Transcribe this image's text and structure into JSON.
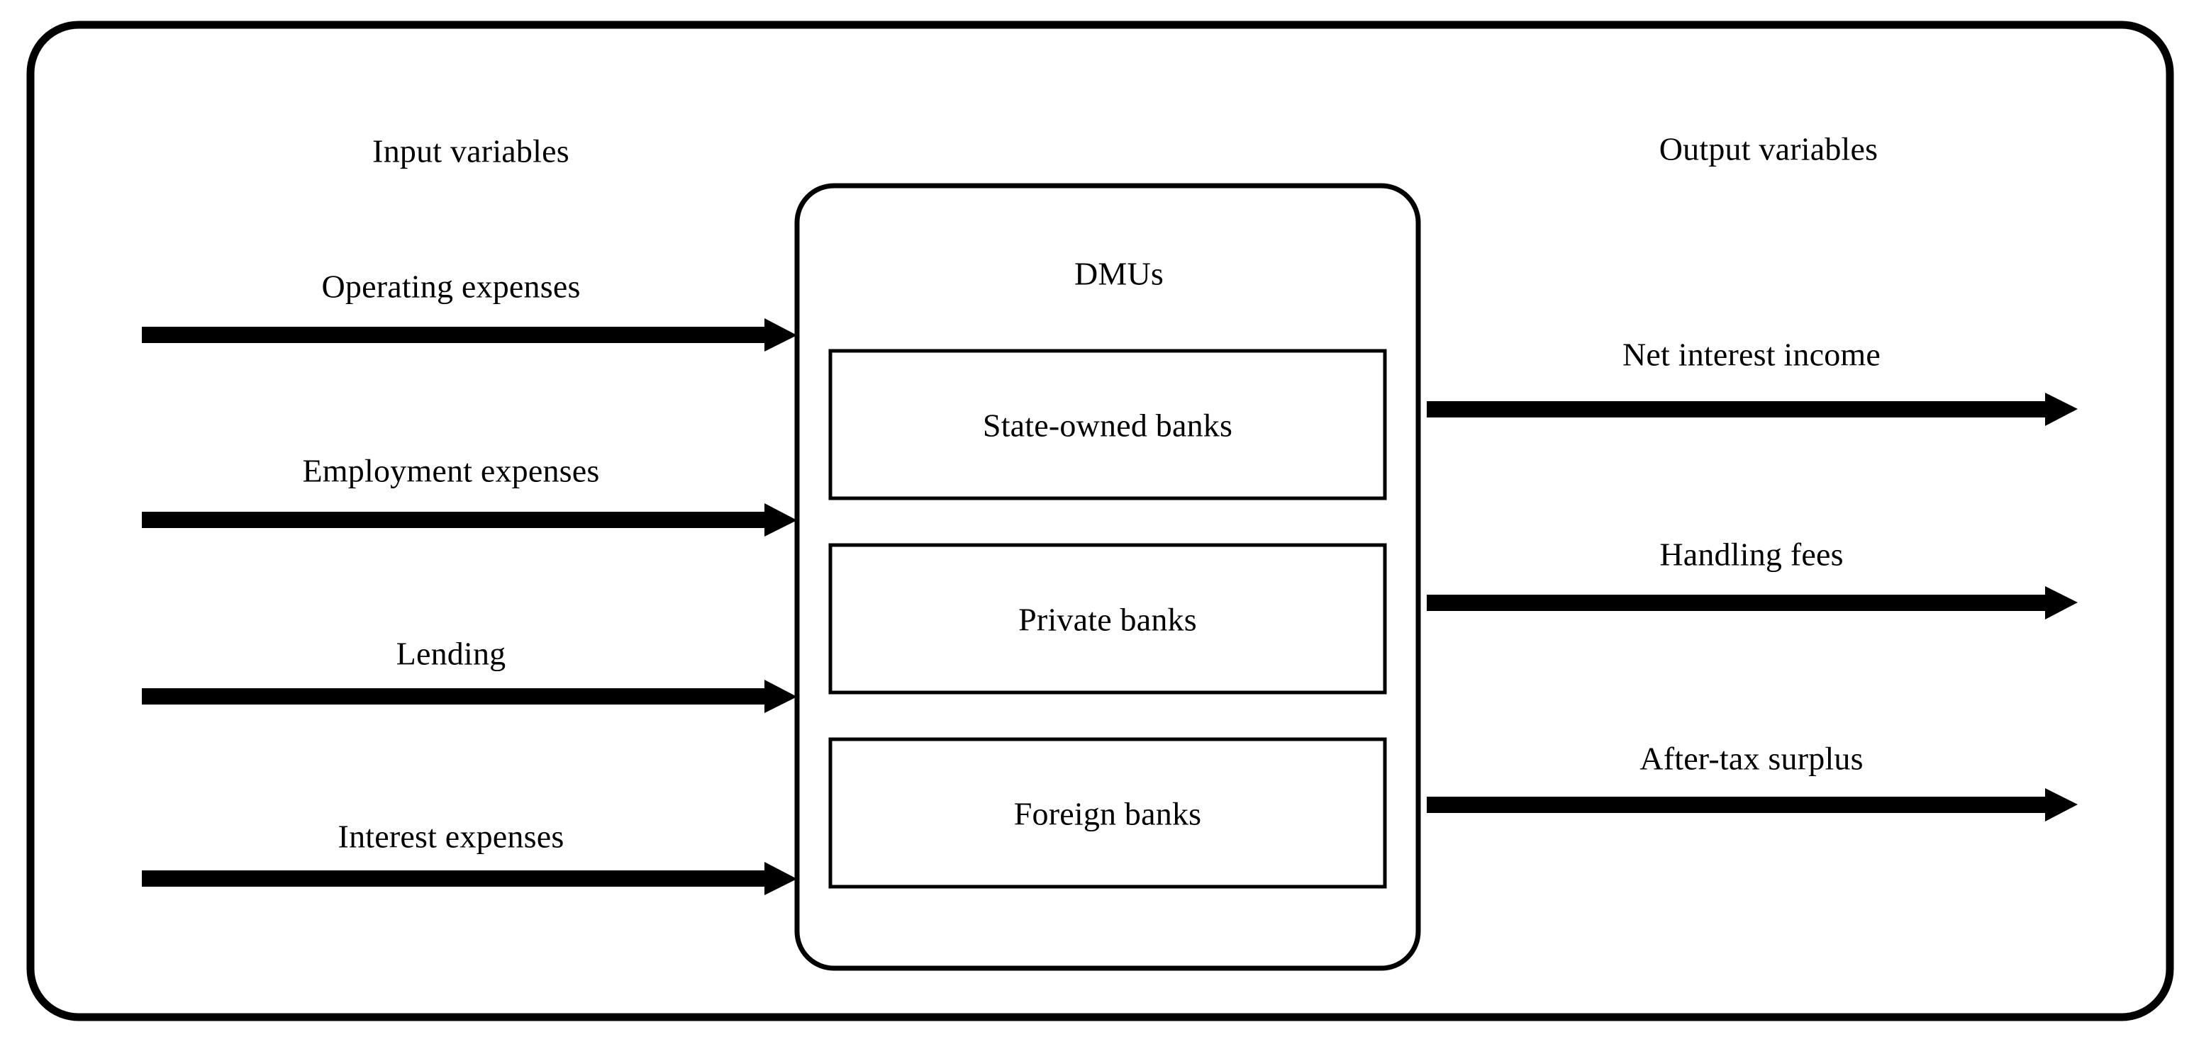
{
  "diagram": {
    "title_input_section": "Input variables",
    "title_output_section": "Output variables",
    "center_group_label": "DMUs",
    "input_variables": [
      {
        "label": "Operating expenses"
      },
      {
        "label": "Employment expenses"
      },
      {
        "label": "Lending"
      },
      {
        "label": "Interest expenses"
      }
    ],
    "dmu_units": [
      {
        "label": "State-owned banks"
      },
      {
        "label": "Private banks"
      },
      {
        "label": "Foreign banks"
      }
    ],
    "output_variables": [
      {
        "label": "Net interest income"
      },
      {
        "label": "Handling fees"
      },
      {
        "label": "After-tax surplus"
      }
    ],
    "colors": {
      "stroke": "#000000",
      "background": "#ffffff",
      "text": "#000000"
    }
  }
}
